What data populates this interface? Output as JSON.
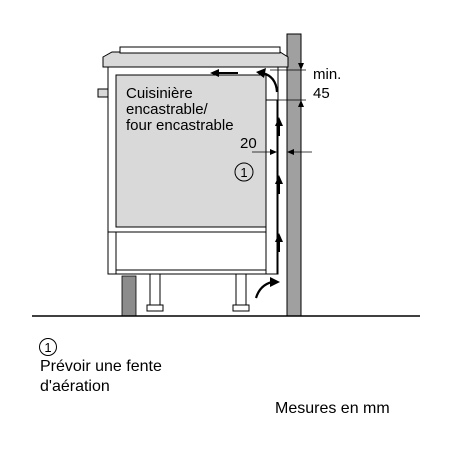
{
  "appliance_label": [
    "Cuisinière",
    "encastrable/",
    "four encastrable"
  ],
  "clearance_top": {
    "line1": "min.",
    "line2": "45"
  },
  "gap_label": "20",
  "callout_number": "1",
  "legend": {
    "number": "1",
    "line1": "Prévoir une fente",
    "line2": "d'aération"
  },
  "units_note": "Mesures en mm",
  "colors": {
    "appliance_fill": "#d9d9d9",
    "wall_fill": "#a0a0a0",
    "stroke": "#000000"
  }
}
